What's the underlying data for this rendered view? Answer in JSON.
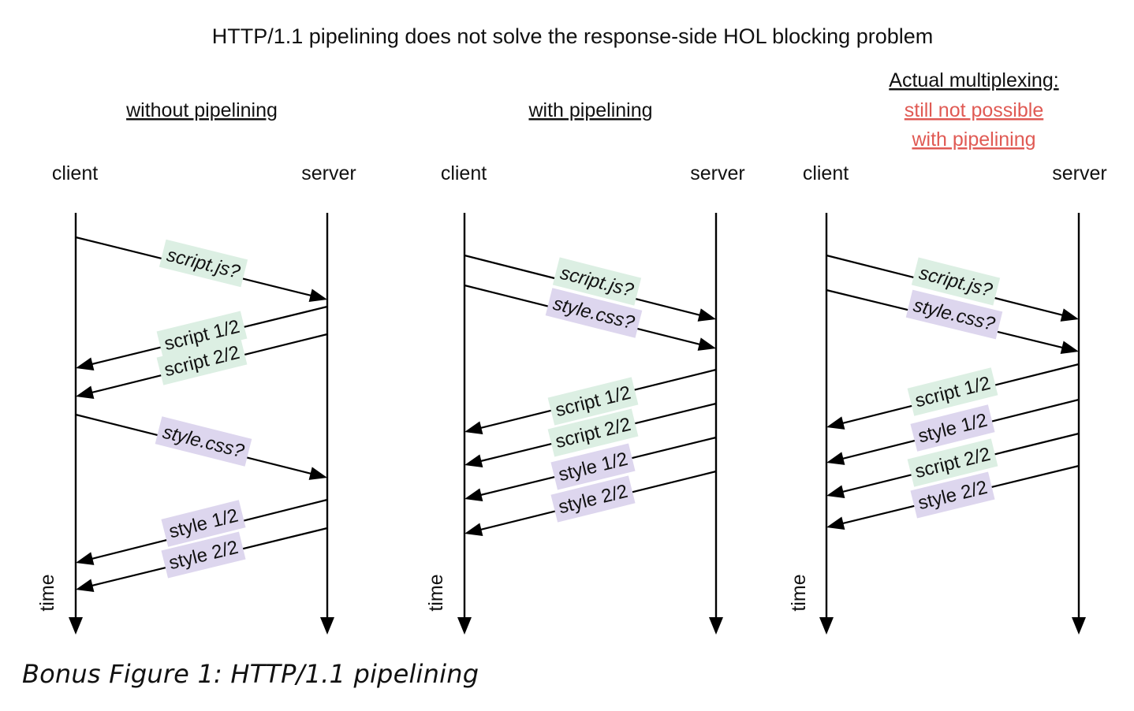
{
  "title": "HTTP/1.1 pipelining does not solve the response-side HOL blocking problem",
  "caption": "Bonus Figure 1: HTTP/1.1 pipelining",
  "colors": {
    "green_label": "#dcefe3",
    "purple_label": "#ddd6ee",
    "red_text": "#e05a54",
    "line": "#000000"
  },
  "panels": [
    {
      "heading_lines": [
        "without pipelining"
      ],
      "heading_colors": [
        "#111111"
      ],
      "client_label": "client",
      "server_label": "server",
      "time_label": "time",
      "messages": [
        {
          "label": "script.js?",
          "kind": "request",
          "color": "green"
        },
        {
          "label": "script 1/2",
          "kind": "response",
          "color": "green"
        },
        {
          "label": "script 2/2",
          "kind": "response",
          "color": "green"
        },
        {
          "label": "style.css?",
          "kind": "request",
          "color": "purple"
        },
        {
          "label": "style 1/2",
          "kind": "response",
          "color": "purple"
        },
        {
          "label": "style 2/2",
          "kind": "response",
          "color": "purple"
        }
      ]
    },
    {
      "heading_lines": [
        "with pipelining"
      ],
      "heading_colors": [
        "#111111"
      ],
      "client_label": "client",
      "server_label": "server",
      "time_label": "time",
      "messages": [
        {
          "label": "script.js?",
          "kind": "request",
          "color": "green"
        },
        {
          "label": "style.css?",
          "kind": "request",
          "color": "purple"
        },
        {
          "label": "script 1/2",
          "kind": "response",
          "color": "green"
        },
        {
          "label": "script 2/2",
          "kind": "response",
          "color": "green"
        },
        {
          "label": "style 1/2",
          "kind": "response",
          "color": "purple"
        },
        {
          "label": "style 2/2",
          "kind": "response",
          "color": "purple"
        }
      ]
    },
    {
      "heading_lines": [
        "Actual multiplexing:",
        "still not possible",
        "with pipelining"
      ],
      "heading_colors": [
        "#111111",
        "#e05a54",
        "#e05a54"
      ],
      "client_label": "client",
      "server_label": "server",
      "time_label": "time",
      "messages": [
        {
          "label": "script.js?",
          "kind": "request",
          "color": "green"
        },
        {
          "label": "style.css?",
          "kind": "request",
          "color": "purple"
        },
        {
          "label": "script 1/2",
          "kind": "response",
          "color": "green"
        },
        {
          "label": "style 1/2",
          "kind": "response",
          "color": "purple"
        },
        {
          "label": "script 2/2",
          "kind": "response",
          "color": "green"
        },
        {
          "label": "style 2/2",
          "kind": "response",
          "color": "purple"
        }
      ]
    }
  ]
}
